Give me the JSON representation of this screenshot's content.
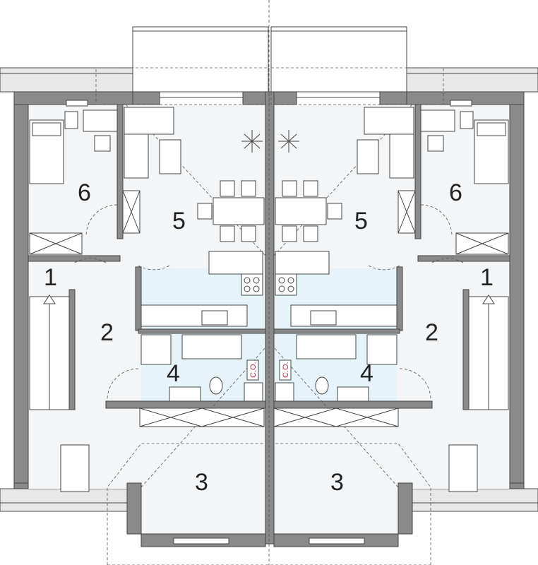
{
  "rooms": {
    "left": {
      "r1": "1",
      "r2": "2",
      "r3": "3",
      "r4": "4",
      "r5": "5",
      "r6": "6"
    },
    "right": {
      "r1": "1",
      "r2": "2",
      "r3": "3",
      "r4": "4",
      "r5": "5",
      "r6": "6"
    }
  },
  "labels": {
    "co_left": "C.O.",
    "co_right": "C.O."
  },
  "colors": {
    "wall": "#8a8a8a",
    "floor": "#f4f5f6",
    "wet_area": "#e6f3fb",
    "co_text": "#c0304a"
  }
}
